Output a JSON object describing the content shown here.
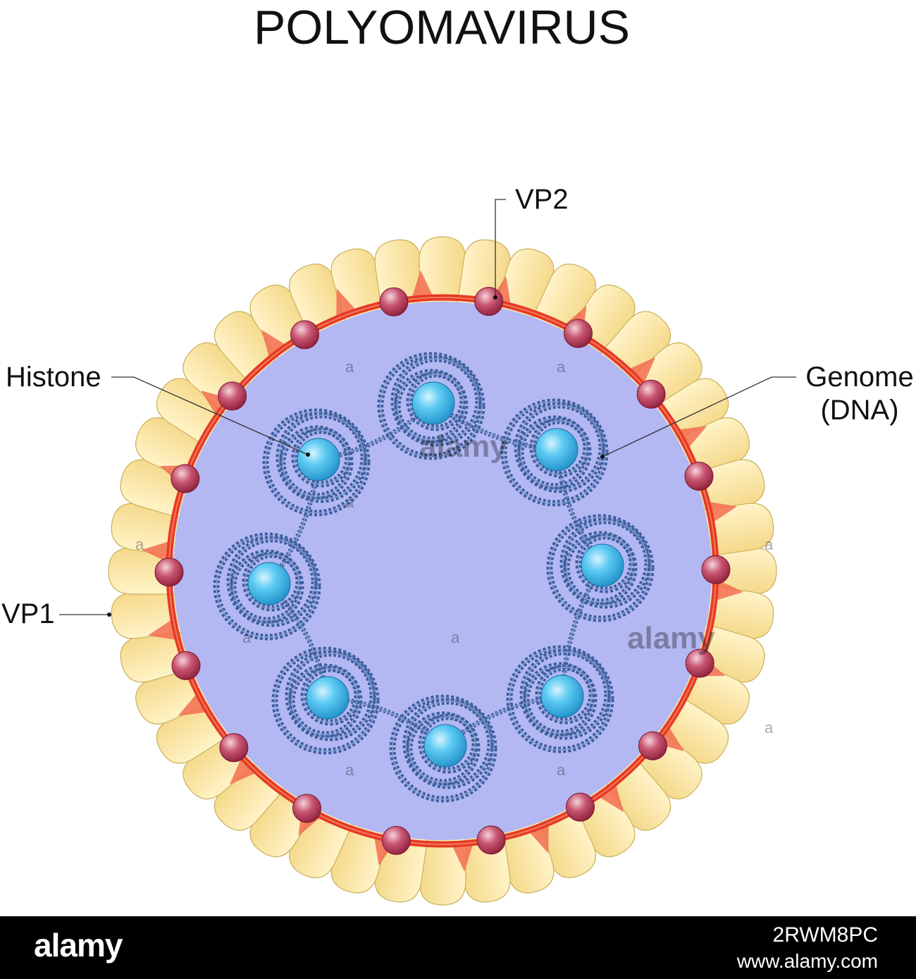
{
  "title": "POLYOMAVIRUS",
  "labels": {
    "vp2": "VP2",
    "histone": "Histone",
    "genome_line1": "Genome",
    "genome_line2": "(DNA)",
    "vp1": "VP1"
  },
  "watermarks": [
    "alamy",
    "a"
  ],
  "footer": {
    "logo": "alamy",
    "image_id": "2RWM8PC",
    "url": "www.alamy.com"
  },
  "colors": {
    "capsid_fill": "#fbe7a6",
    "capsid_stroke": "#c8b15a",
    "membrane": "#e53a23",
    "interior": "#b3b8f3",
    "vp2_knob": "#b8324f",
    "histone": "#3fb9ec",
    "dna": "#3f5f9e",
    "gap": "#f26d4f"
  },
  "icons": [
    "vp1-capsomere-icon",
    "vp2-knob-icon",
    "histone-sphere-icon",
    "dna-coil-icon"
  ]
}
